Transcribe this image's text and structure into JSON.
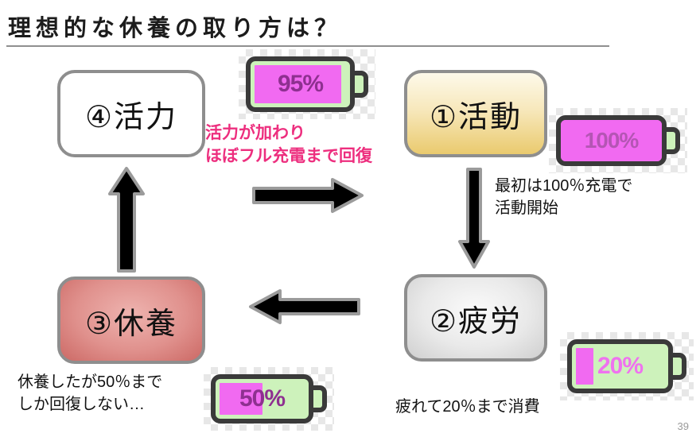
{
  "slide": {
    "title": "理想的な休養の取り方は？",
    "page_number": "39"
  },
  "boxes": [
    {
      "id": "activity",
      "label": "①活動"
    },
    {
      "id": "fatigue",
      "label": "②疲労"
    },
    {
      "id": "rest",
      "label": "③休養"
    },
    {
      "id": "vitality",
      "label": "④活力"
    }
  ],
  "batteries": [
    {
      "id": "battery-95",
      "percent": 95,
      "label": "95%"
    },
    {
      "id": "battery-100",
      "percent": 100,
      "label": "100%"
    },
    {
      "id": "battery-20",
      "percent": 20,
      "label": "20%"
    },
    {
      "id": "battery-50",
      "percent": 50,
      "label": "50%"
    }
  ],
  "notes": {
    "vitality": {
      "line1": "活力が加わり",
      "line2": "ほぼフル充電まで回復"
    },
    "activity": {
      "line1": "最初は100％充電で",
      "line2": "活動開始"
    },
    "fatigue": "疲れて20％まで消費",
    "rest": {
      "line1": "休養したが50％まで",
      "line2": "しか回復しない…"
    }
  },
  "colors": {
    "battery_border": "#3a3a3a",
    "battery_green": "#cdf2bb",
    "battery_fill_magenta": "#f16af1",
    "battery_label_dark_purple": "#8e3090",
    "battery_label_medium_purple": "#b455b4",
    "battery_label_light_magenta": "#ef72ef",
    "note_pink": "#ed2e7e",
    "box_blue": "#8aaed2",
    "box_yellow": "#eaca6e",
    "box_gray": "#cfcfcf",
    "box_red": "#cc6965",
    "box_border_gray": "#8e8e8e",
    "arrow_fill": "#000000",
    "arrow_outline": "#9b9b9b"
  }
}
